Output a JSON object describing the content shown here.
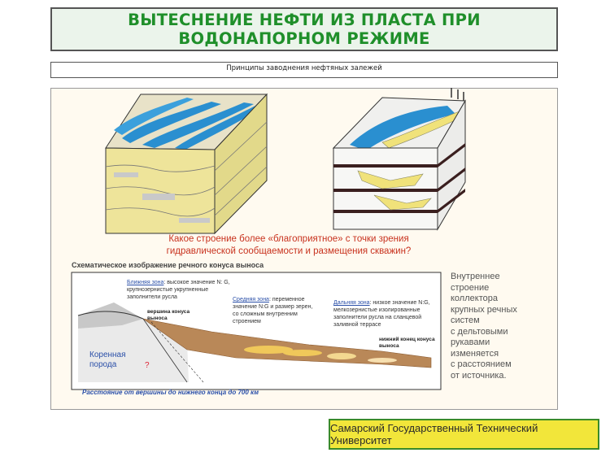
{
  "slide": {
    "title_line1": "ВЫТЕСНЕНИЕ НЕФТИ ИЗ ПЛАСТА ПРИ",
    "title_line2": "ВОДОНАПОРНОМ РЕЖИМЕ",
    "subtitle": "Принципы заводнения нефтяных залежей"
  },
  "figure": {
    "question_line1": "Какое строение более «благоприятное» с точки зрения",
    "question_line2": "гидравлической сообщаемости и размещения скважин?",
    "scheme_title": "Схематическое изображение речного конуса выноса",
    "near_zone_name": "Ближняя зона",
    "near_zone_text": ": высокое значение N: G, крупнозернистые укрупненные заполнители русла",
    "middle_zone_name": "Средняя зона",
    "middle_zone_text": ": переменное значение N:G и размер зерен, со сложным внутренним строением",
    "far_zone_name": "Дальняя зона",
    "far_zone_text": ": низкое значение N:G, мелкозернистые изолированные заполнители русла на сланцевой заливной террасе",
    "top_label": "вершина конуса выноса",
    "bottom_label": "нижний конец конуса выноса",
    "rock_label_1": "Коренная",
    "rock_label_2": "порода",
    "question_mark": "?",
    "distance_text": "Расстояние от вершины до нижнего конца до 700 км",
    "right_text": [
      "Внутреннее",
      "строение",
      "коллектора",
      "крупных речных",
      "систем",
      "с дельтовыми",
      "рукавами",
      "изменяется",
      "с расстоянием",
      "от источника."
    ]
  },
  "footer": {
    "text": "Самарский Государственный Технический Университет"
  },
  "colors": {
    "title": "#1f8f2a",
    "question": "#c8321e",
    "footer_bg": "#f2e63a",
    "footer_border": "#3a8a2a",
    "water": "#2a8fd0",
    "sand": "#eee49a"
  }
}
